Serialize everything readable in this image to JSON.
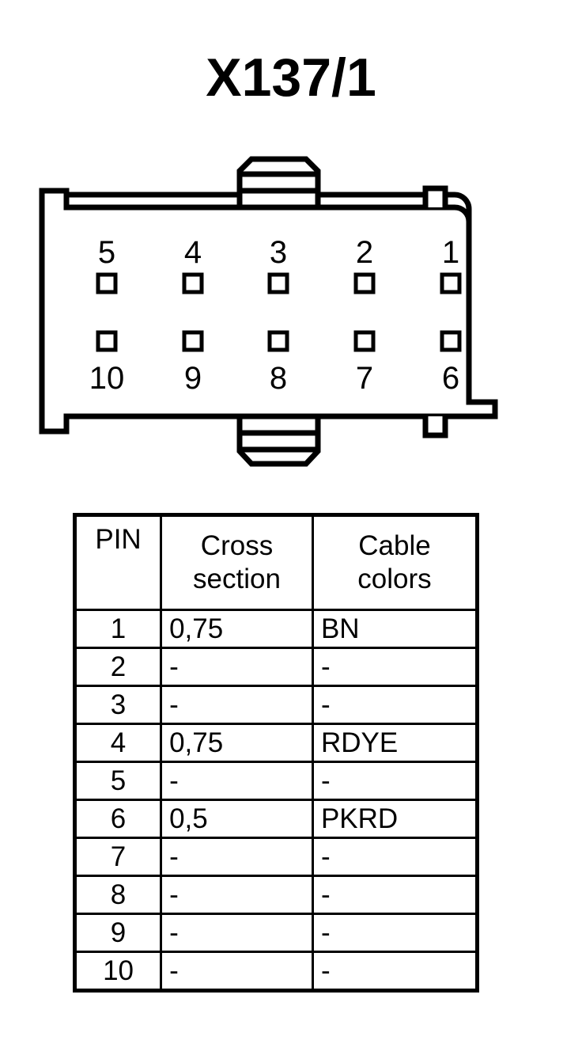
{
  "title": "X137/1",
  "connector": {
    "name": "10-pin-rectangular-connector",
    "top_row_labels": [
      "5",
      "4",
      "3",
      "2",
      "1"
    ],
    "bottom_row_labels": [
      "10",
      "9",
      "8",
      "7",
      "6"
    ],
    "pin_count": 10,
    "outline_color": "#000000"
  },
  "table": {
    "headers": {
      "pin": "PIN",
      "cross_section_line1": "Cross",
      "cross_section_line2": "section",
      "cable_colors_line1": "Cable",
      "cable_colors_line2": "colors"
    },
    "rows": [
      {
        "pin": "1",
        "cross_section": "0,75",
        "cable_colors": "BN"
      },
      {
        "pin": "2",
        "cross_section": "-",
        "cable_colors": "-"
      },
      {
        "pin": "3",
        "cross_section": "-",
        "cable_colors": "-"
      },
      {
        "pin": "4",
        "cross_section": "0,75",
        "cable_colors": "RDYE"
      },
      {
        "pin": "5",
        "cross_section": "-",
        "cable_colors": "-"
      },
      {
        "pin": "6",
        "cross_section": "0,5",
        "cable_colors": "PKRD"
      },
      {
        "pin": "7",
        "cross_section": "-",
        "cable_colors": "-"
      },
      {
        "pin": "8",
        "cross_section": "-",
        "cable_colors": "-"
      },
      {
        "pin": "9",
        "cross_section": "-",
        "cable_colors": "-"
      },
      {
        "pin": "10",
        "cross_section": "-",
        "cable_colors": "-"
      }
    ]
  }
}
